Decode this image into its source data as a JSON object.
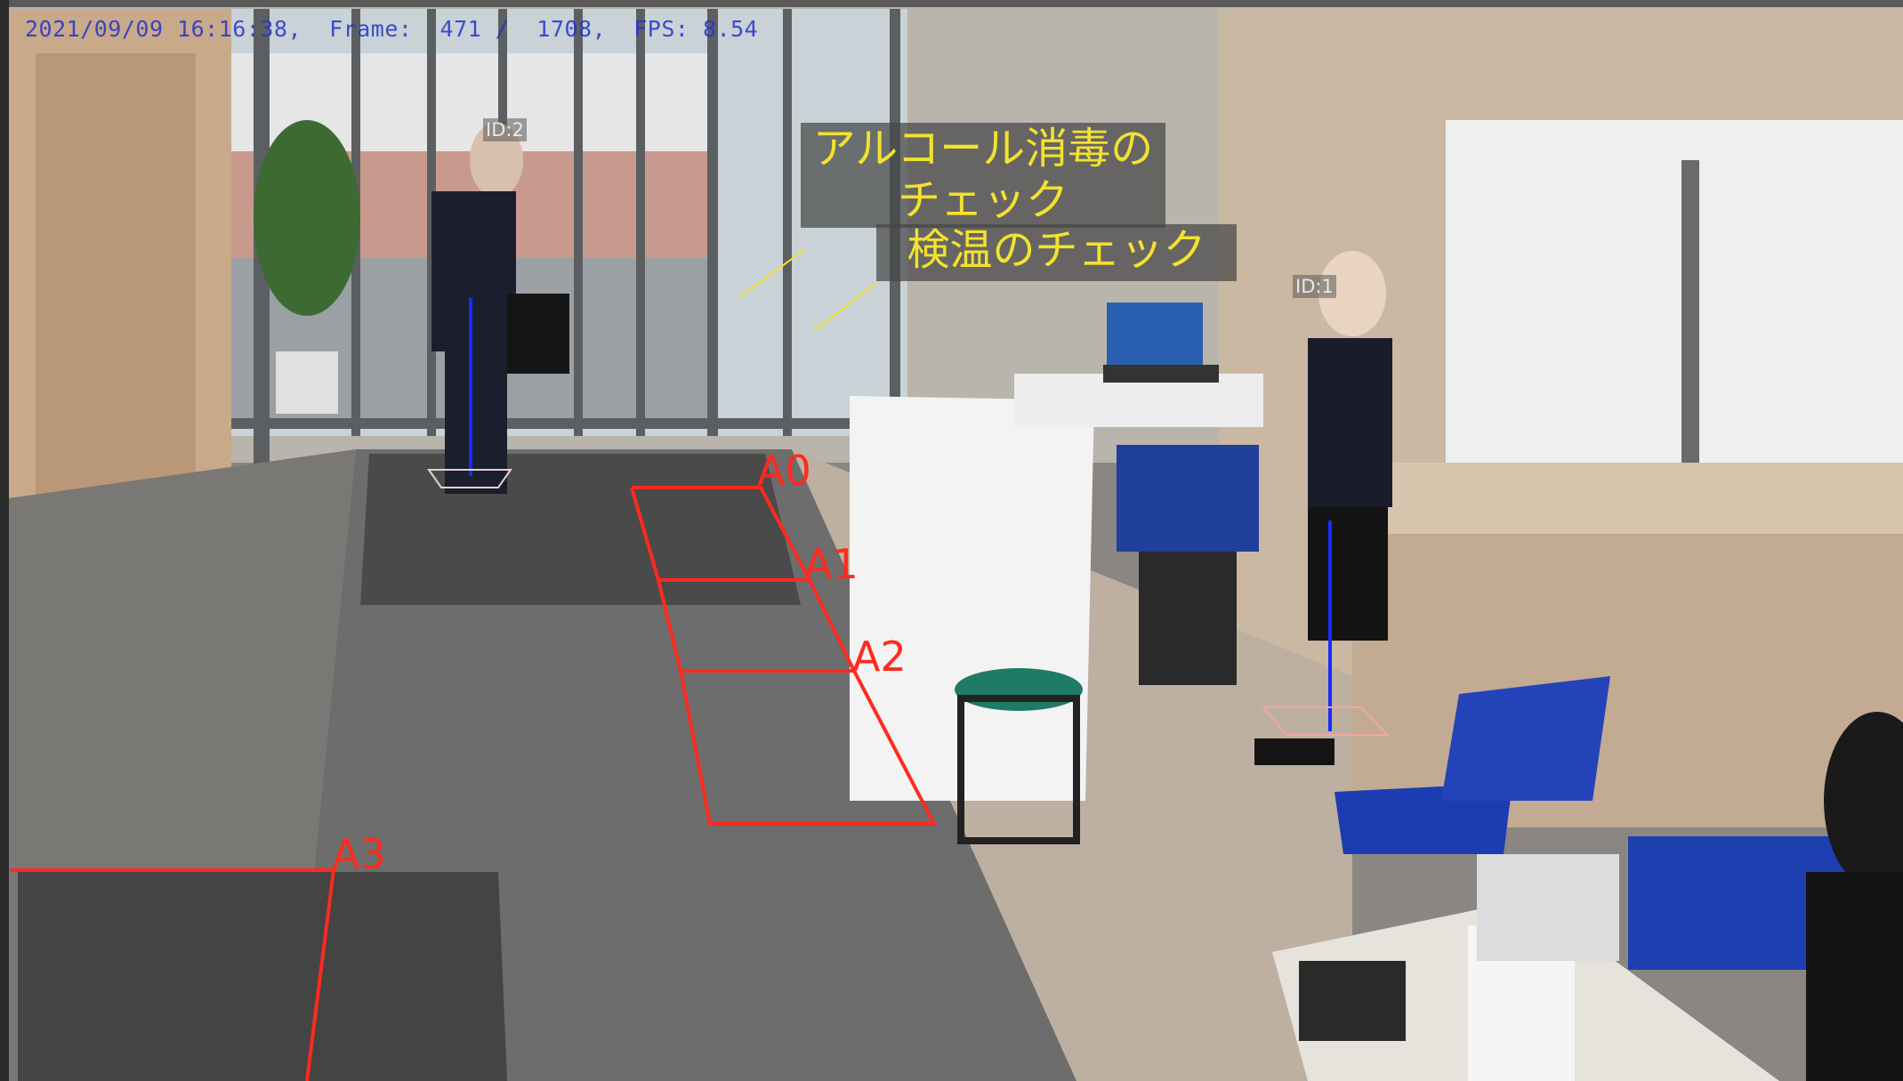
{
  "hud": {
    "text": "2021/09/09 16:16:38,  Frame:  471 /  1708,  FPS: 8.54"
  },
  "callouts": {
    "alcohol_line1": "アルコール消毒の",
    "alcohol_line2": "チェック",
    "temperature": "検温のチェック"
  },
  "tracks": [
    {
      "label": "ID:2"
    },
    {
      "label": "ID:1"
    }
  ],
  "zones": [
    {
      "label": "A0"
    },
    {
      "label": "A1"
    },
    {
      "label": "A2"
    },
    {
      "label": "A3"
    }
  ],
  "colors": {
    "zone": "#ff2a1f",
    "hud": "#2233cc",
    "callout_text": "#f2e22e",
    "track_line": "#1a2aff"
  }
}
